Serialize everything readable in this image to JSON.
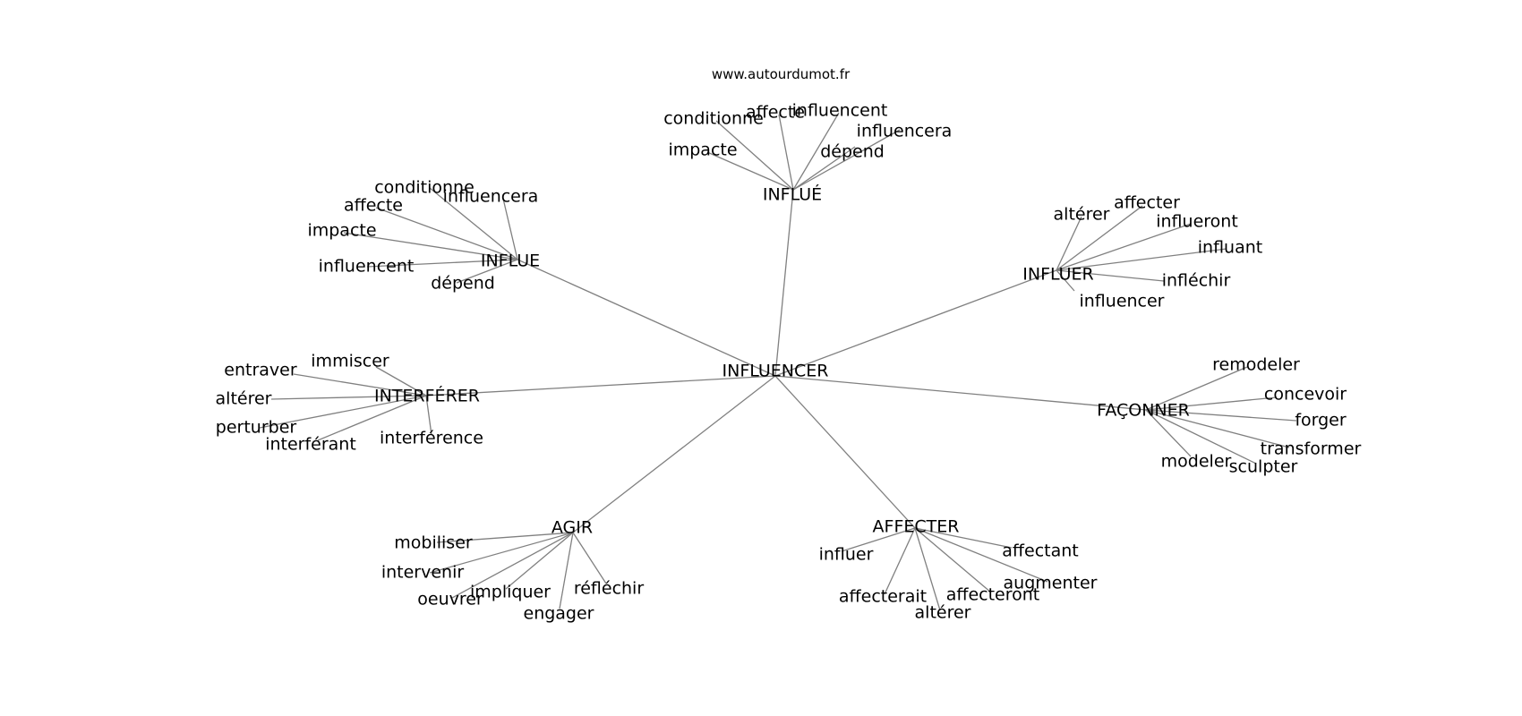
{
  "site": "www.autourdumot.fr",
  "center": "INFLUENCER",
  "colors": {
    "edge": "#808080",
    "text": "#000000",
    "background": "#ffffff"
  },
  "clusters": [
    {
      "label": "INFLUÉ",
      "leaves": [
        "conditionne",
        "affecte",
        "influencent",
        "influencera",
        "impacte",
        "dépend"
      ]
    },
    {
      "label": "INFLUE",
      "leaves": [
        "conditionne",
        "affecte",
        "influencera",
        "impacte",
        "influencent",
        "dépend"
      ]
    },
    {
      "label": "INFLUER",
      "leaves": [
        "altérer",
        "affecter",
        "influeront",
        "influant",
        "infléchir",
        "influencer"
      ]
    },
    {
      "label": "INTERFÉRER",
      "leaves": [
        "immiscer",
        "entraver",
        "altérer",
        "perturber",
        "interférant",
        "interférence"
      ]
    },
    {
      "label": "FAÇONNER",
      "leaves": [
        "remodeler",
        "concevoir",
        "forger",
        "transformer",
        "modeler",
        "sculpter"
      ]
    },
    {
      "label": "AGIR",
      "leaves": [
        "mobiliser",
        "intervenir",
        "oeuvrer",
        "impliquer",
        "engager",
        "réfléchir"
      ]
    },
    {
      "label": "AFFECTER",
      "leaves": [
        "influer",
        "affectant",
        "augmenter",
        "affecterait",
        "affecteront",
        "altérer"
      ]
    }
  ]
}
